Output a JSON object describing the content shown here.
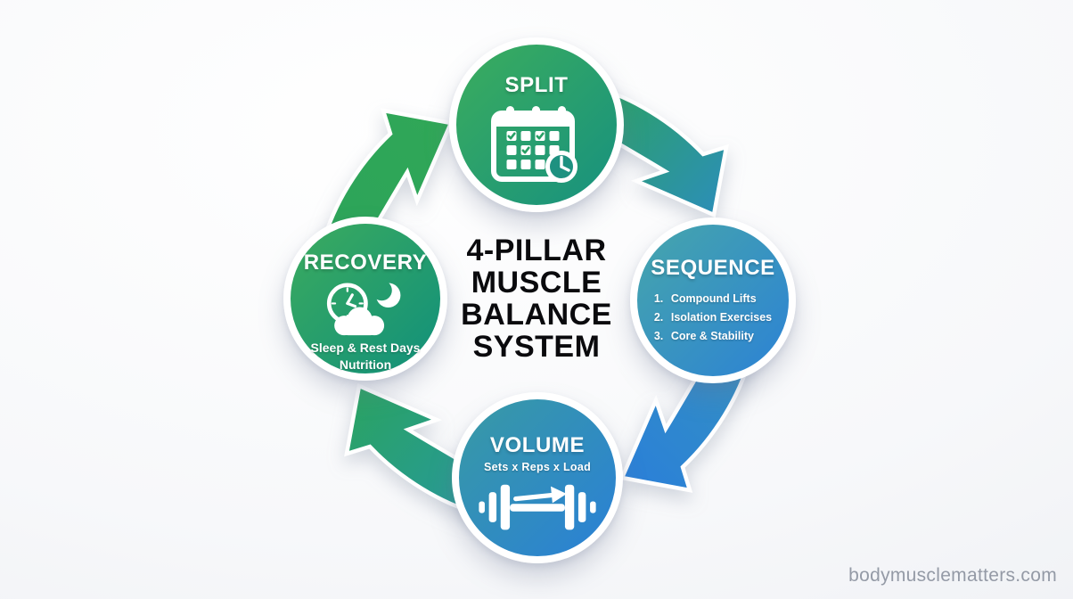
{
  "page": {
    "watermark": "bodymusclematters.com"
  },
  "center_title": {
    "lines": [
      "4-PILLAR",
      "MUSCLE",
      "BALANCE",
      "SYSTEM"
    ]
  },
  "pillars": {
    "split": {
      "title": "SPLIT",
      "icon": "calendar-check-clock-icon",
      "color_from": "#3bad5d",
      "color_to": "#17917f"
    },
    "sequence": {
      "title": "SEQUENCE",
      "items": [
        {
          "num": "1.",
          "label": "Compound Lifts"
        },
        {
          "num": "2.",
          "label": "Isolation Exercises"
        },
        {
          "num": "3.",
          "label": "Core & Stability"
        }
      ],
      "color_from": "#46a6ab",
      "color_to": "#2c82d5"
    },
    "volume": {
      "title": "VOLUME",
      "subtitle": "Sets x Reps x Load",
      "icon": "dumbbell-progress-arrow-icon",
      "color_from": "#389aa4",
      "color_to": "#2a80d7"
    },
    "recovery": {
      "title": "RECOVERY",
      "icon": "clock-moon-cloud-icon",
      "lines": [
        "Sleep & Rest Days",
        "Nutrition"
      ],
      "color_from": "#3bab5e",
      "color_to": "#11907b"
    }
  },
  "arrows": [
    {
      "name": "split-to-sequence",
      "from": "SPLIT",
      "to": "SEQUENCE",
      "color_from": "#2ba261",
      "color_to": "#2c8fb6"
    },
    {
      "name": "sequence-to-volume",
      "from": "SEQUENCE",
      "to": "VOLUME",
      "color_from": "#3390c3",
      "color_to": "#2b80d8"
    },
    {
      "name": "volume-to-recovery",
      "from": "VOLUME",
      "to": "RECOVERY",
      "color_from": "#27999c",
      "color_to": "#2aa363"
    },
    {
      "name": "recovery-to-split",
      "from": "RECOVERY",
      "to": "SPLIT",
      "color_from": "#2ca45a",
      "color_to": "#30a757"
    }
  ]
}
